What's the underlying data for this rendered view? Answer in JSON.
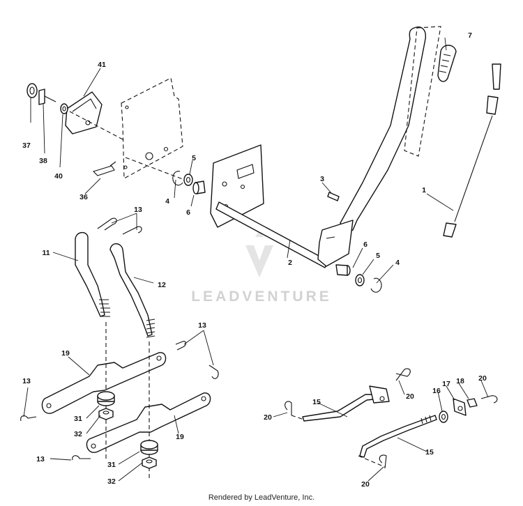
{
  "watermark": "LEADVENTURE",
  "footer": "Rendered by LeadVenture, Inc.",
  "callouts": {
    "c1": "1",
    "c2": "2",
    "c3": "3",
    "c4a": "4",
    "c4b": "4",
    "c5a": "5",
    "c5b": "5",
    "c6a": "6",
    "c6b": "6",
    "c7": "7",
    "c11": "11",
    "c12": "12",
    "c13a": "13",
    "c13b": "13",
    "c13c": "13",
    "c13d": "13",
    "c15a": "15",
    "c15b": "15",
    "c16": "16",
    "c17": "17",
    "c18": "18",
    "c19a": "19",
    "c19b": "19",
    "c20a": "20",
    "c20b": "20",
    "c20c": "20",
    "c20d": "20",
    "c31a": "31",
    "c31b": "31",
    "c32a": "32",
    "c32b": "32",
    "c36": "36",
    "c37": "37",
    "c38": "38",
    "c40": "40",
    "c41": "41"
  }
}
